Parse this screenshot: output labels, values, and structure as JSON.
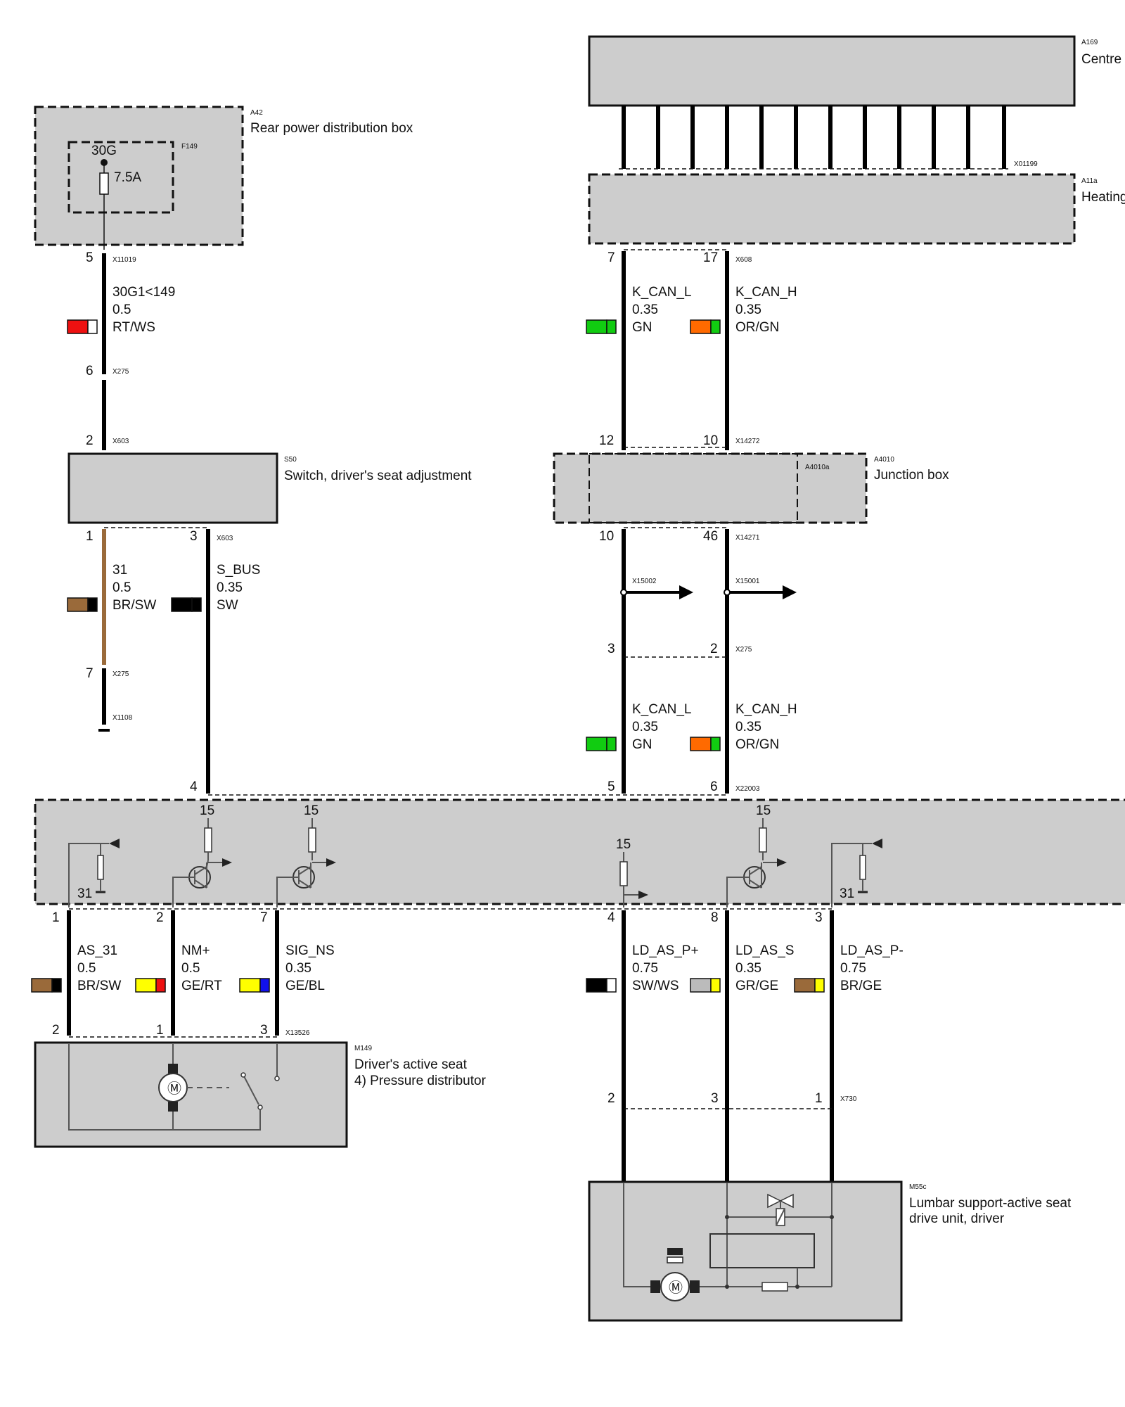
{
  "components": {
    "a169": {
      "code": "A169",
      "name": "Centre"
    },
    "a11a": {
      "code": "A11a",
      "name": "Heating"
    },
    "a42": {
      "code": "A42",
      "name": "Rear power distribution box"
    },
    "f149": {
      "code": "F149",
      "terminal": "30G",
      "rating": "7.5A"
    },
    "s50": {
      "code": "S50",
      "name": "Switch, driver's seat adjustment"
    },
    "a4010": {
      "code": "A4010",
      "sub_code": "A4010a",
      "name": "Junction box"
    },
    "m149": {
      "code": "M149",
      "name_line1": "Driver's active seat",
      "name_line2": "4)    Pressure distributor"
    },
    "m55c": {
      "code": "M55c",
      "name_line1": "Lumbar support-active seat",
      "name_line2": "drive unit, driver"
    }
  },
  "connectors": {
    "x01199": "X01199",
    "x11019": "X11019",
    "x275": "X275",
    "x603": "X603",
    "x608": "X608",
    "x14272": "X14272",
    "x14271": "X14271",
    "x15002": "X15002",
    "x15001": "X15001",
    "x1108": "X1108",
    "x22003": "X22003",
    "x13526": "X13526",
    "x730": "X730"
  },
  "pins": {
    "a42_5": "5",
    "x275_6": "6",
    "s50_2": "2",
    "s50_1": "1",
    "s50_3": "3",
    "x275_7": "7",
    "a11a_7": "7",
    "a11a_17": "17",
    "jb_12": "12",
    "jb_10_in": "10",
    "jb_10_out": "10",
    "jb_46": "46",
    "x275_3": "3",
    "x275_2": "2",
    "ecu_4": "4",
    "ecu_5": "5",
    "ecu_6": "6",
    "ecu_1": "1",
    "ecu_2": "2",
    "ecu_7": "7",
    "ecu_4b": "4",
    "ecu_8": "8",
    "ecu_3": "3",
    "m149_2": "2",
    "m149_1": "1",
    "m149_3": "3",
    "m55c_2": "2",
    "m55c_3": "3",
    "m55c_1": "1"
  },
  "wires": {
    "w30g": {
      "name": "30G1<149",
      "size": "0.5",
      "color": "RT/WS",
      "c1": "#ee1111",
      "c2": "#ffffff"
    },
    "w31": {
      "name": "31",
      "size": "0.5",
      "color": "BR/SW",
      "c1": "#9a6a3a",
      "c2": "#000000"
    },
    "wsbus": {
      "name": "S_BUS",
      "size": "0.35",
      "color": "SW",
      "c1": "#000000",
      "c2": "#000000"
    },
    "wkcanl1": {
      "name": "K_CAN_L",
      "size": "0.35",
      "color": "GN",
      "c1": "#11cc11",
      "c2": "#11cc11"
    },
    "wkcanh1": {
      "name": "K_CAN_H",
      "size": "0.35",
      "color": "OR/GN",
      "c1": "#ff6a00",
      "c2": "#11cc11"
    },
    "wkcanl2": {
      "name": "K_CAN_L",
      "size": "0.35",
      "color": "GN",
      "c1": "#11cc11",
      "c2": "#11cc11"
    },
    "wkcanh2": {
      "name": "K_CAN_H",
      "size": "0.35",
      "color": "OR/GN",
      "c1": "#ff6a00",
      "c2": "#11cc11"
    },
    "was31": {
      "name": "AS_31",
      "size": "0.5",
      "color": "BR/SW",
      "c1": "#9a6a3a",
      "c2": "#000000"
    },
    "wnm": {
      "name": "NM+",
      "size": "0.5",
      "color": "GE/RT",
      "c1": "#ffff00",
      "c2": "#ee1111"
    },
    "wsigns": {
      "name": "SIG_NS",
      "size": "0.35",
      "color": "GE/BL",
      "c1": "#ffff00",
      "c2": "#1111ee"
    },
    "wldp": {
      "name": "LD_AS_P+",
      "size": "0.75",
      "color": "SW/WS",
      "c1": "#000000",
      "c2": "#ffffff"
    },
    "wlds": {
      "name": "LD_AS_S",
      "size": "0.35",
      "color": "GR/GE",
      "c1": "#bbbbbb",
      "c2": "#ffff00"
    },
    "wldm": {
      "name": "LD_AS_P-",
      "size": "0.75",
      "color": "BR/GE",
      "c1": "#9a6a3a",
      "c2": "#ffff00"
    }
  },
  "ecu_labels": {
    "t15_a": "15",
    "t15_b": "15",
    "t15_c": "15",
    "t15_d": "15",
    "gnd_a": "31",
    "gnd_b": "31"
  }
}
